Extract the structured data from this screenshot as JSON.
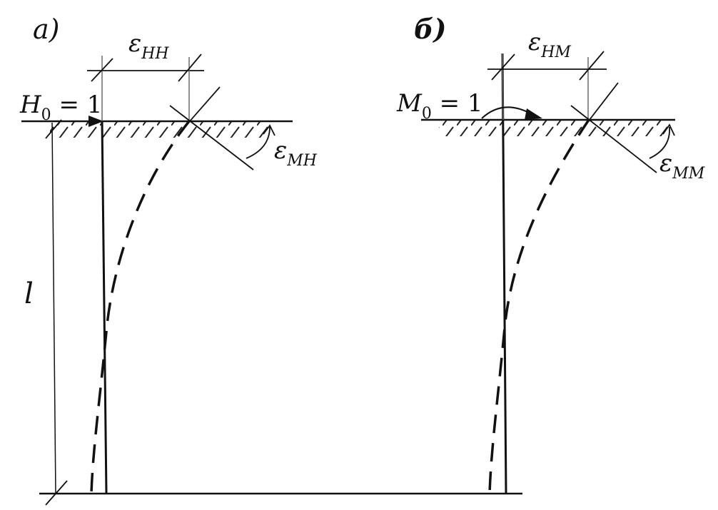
{
  "panel_a": {
    "letter": "а)",
    "force_label": {
      "main": "H",
      "sub": "0",
      "eq": " = 1"
    },
    "eps_top": {
      "main": "ε",
      "sub": "HH"
    },
    "eps_rot": {
      "main": "ε",
      "sub": "MH"
    },
    "length_label": "l"
  },
  "panel_b": {
    "letter": "б)",
    "moment_label": {
      "main": "M",
      "sub": "0",
      "eq": " = 1"
    },
    "eps_top": {
      "main": "ε",
      "sub": "HM"
    },
    "eps_rot": {
      "main": "ε",
      "sub": "MM"
    }
  }
}
